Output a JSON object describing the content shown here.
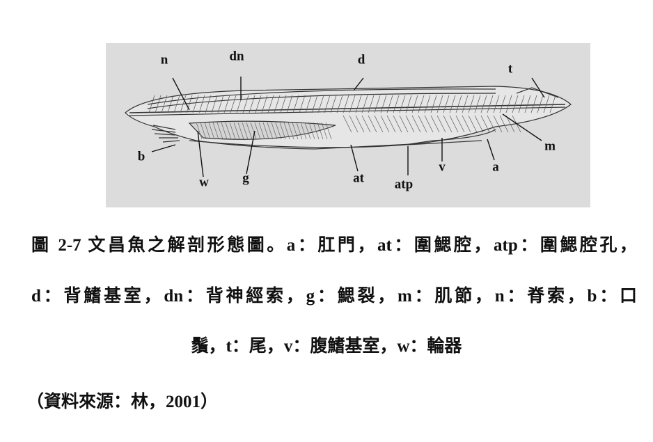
{
  "figure": {
    "labels": {
      "n": "n",
      "dn": "dn",
      "d": "d",
      "t": "t",
      "m": "m",
      "b": "b",
      "w": "w",
      "g": "g",
      "at": "at",
      "atp": "atp",
      "v": "v",
      "a": "a"
    }
  },
  "caption": {
    "line1": "圖 2-7  文昌魚之解剖形態圖。a：肛門，at：圍鰓腔，atp：圍鰓腔孔，",
    "line2": "d：背鰭基室，dn：背神經索，g：鰓裂，m：肌節，n：脊索，b：口",
    "line3": "鬚，t：尾，v：腹鰭基室，w：輪器",
    "source": "（資料來源：林，2001）"
  }
}
